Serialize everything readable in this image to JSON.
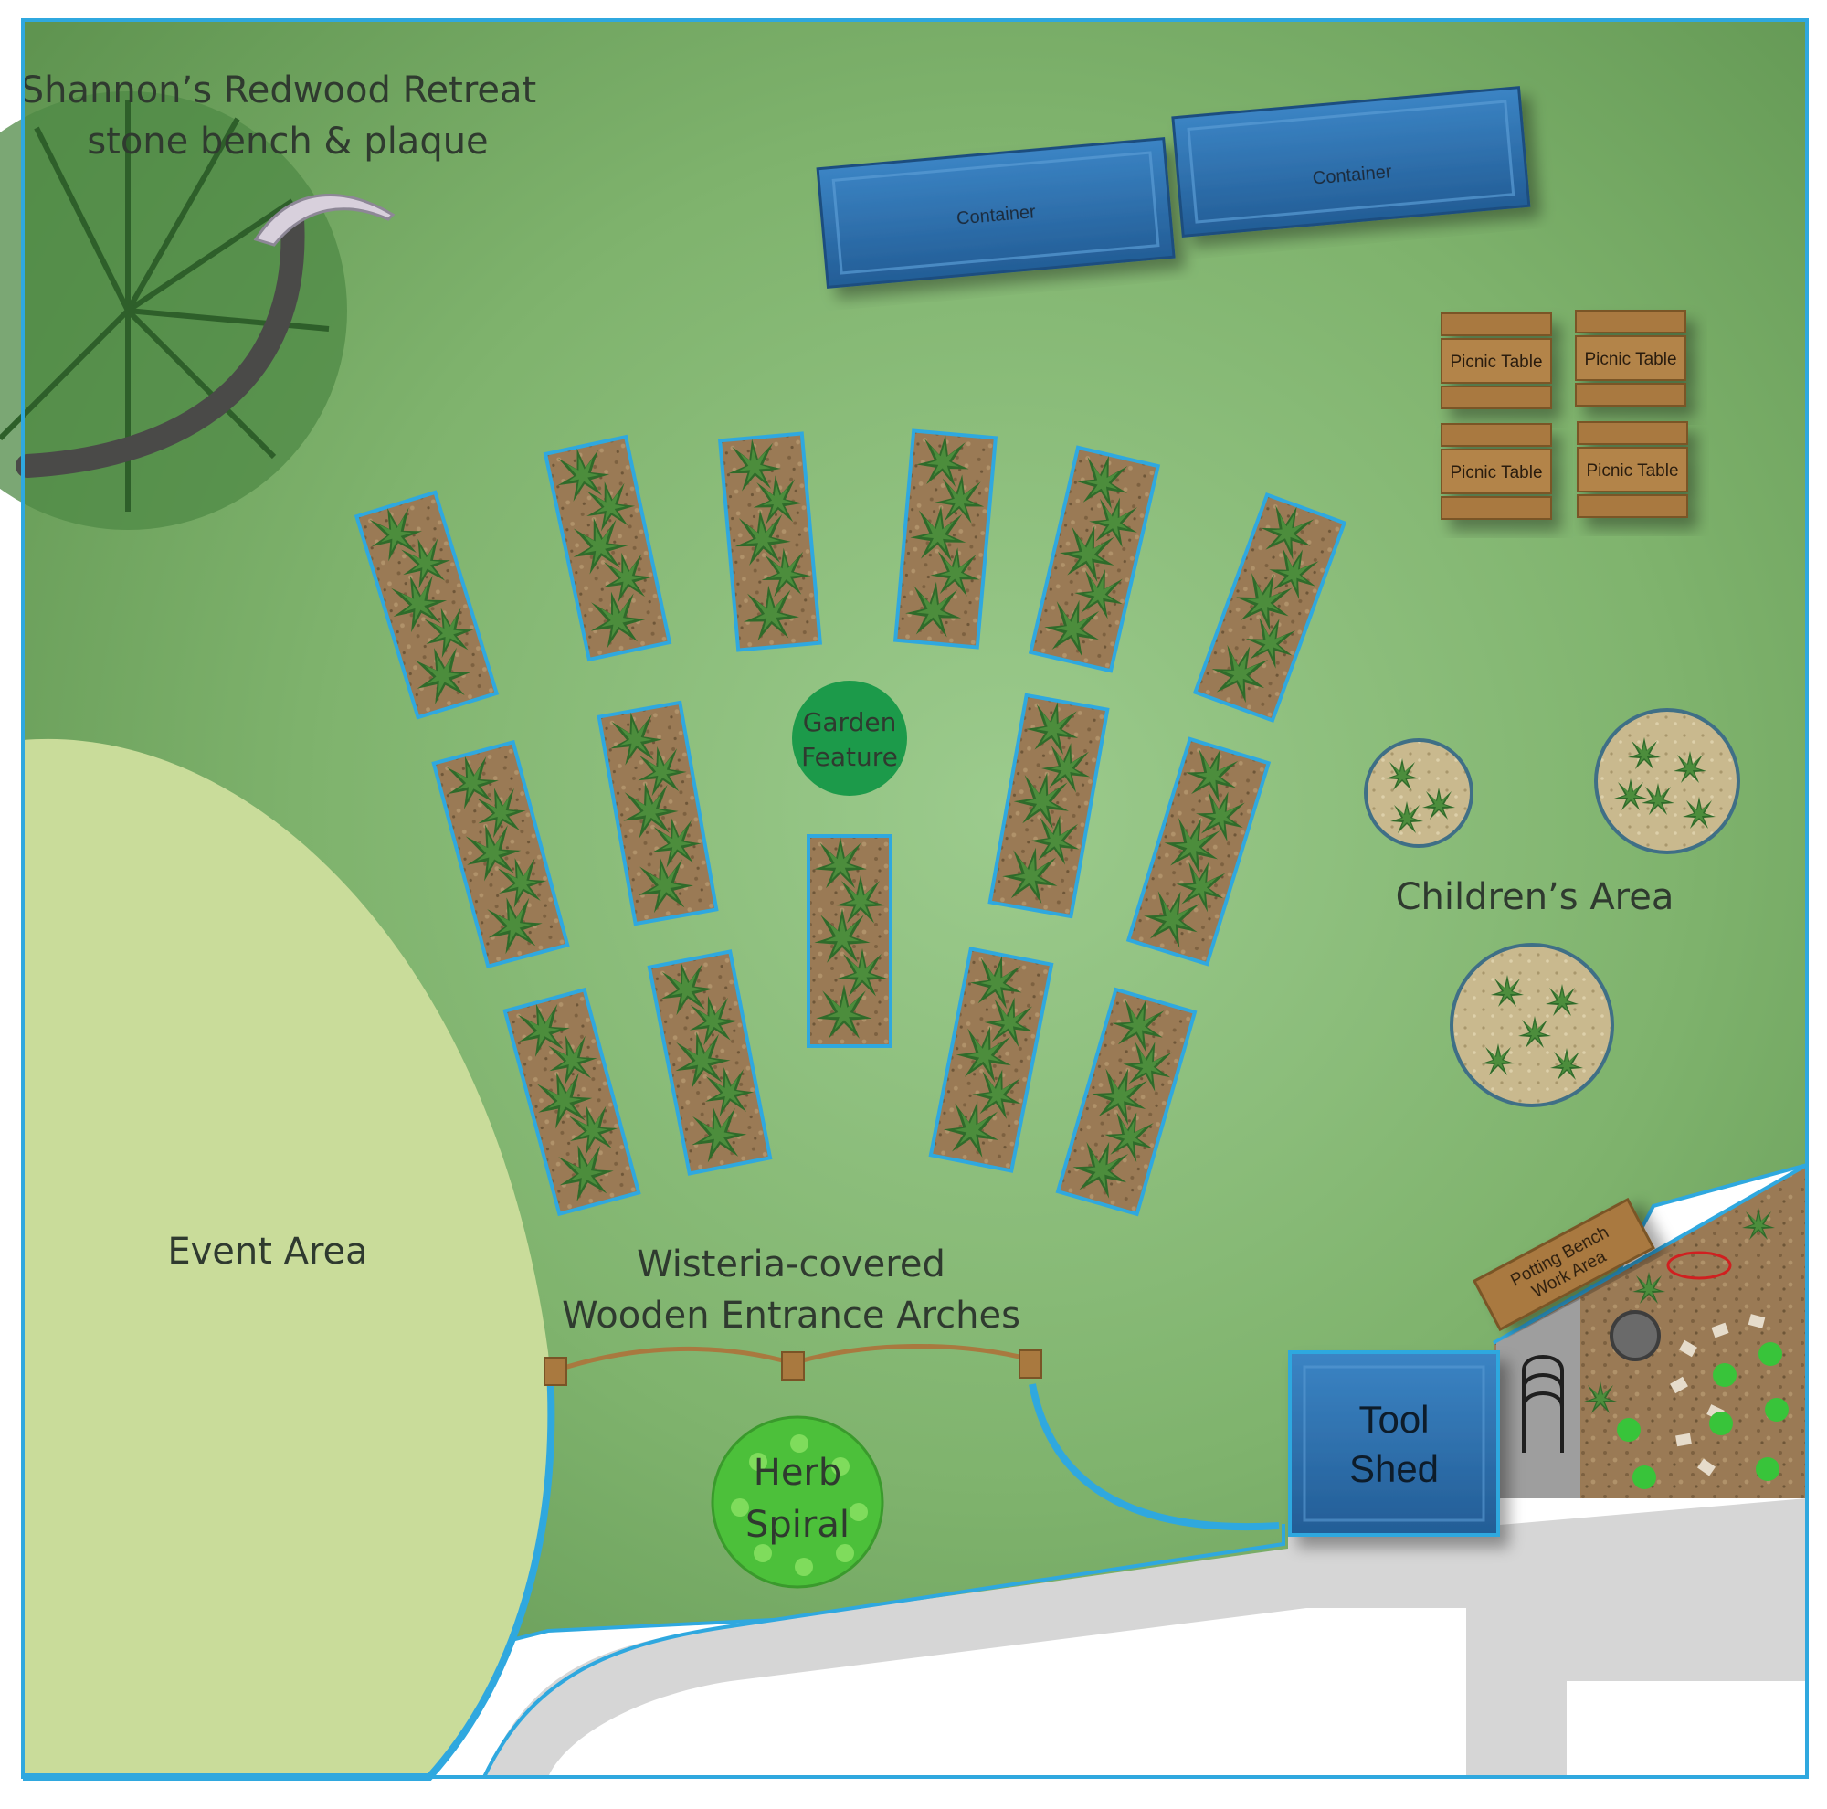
{
  "labels": {
    "retreat_line1": "Shannon’s Redwood Retreat",
    "retreat_line2": "stone bench & plaque",
    "container": "Container",
    "picnic_table": "Picnic Table",
    "garden_feature_line1": "Garden",
    "garden_feature_line2": "Feature",
    "childrens_area": "Children’s Area",
    "event_area": "Event Area",
    "arches_line1": "Wisteria-covered",
    "arches_line2": "Wooden Entrance Arches",
    "herb_line1": "Herb",
    "herb_line2": "Spiral",
    "shed_line1": "Tool",
    "shed_line2": "Shed",
    "potting_line1": "Potting Bench",
    "potting_line2": "Work Area"
  },
  "colors": {
    "lawn": "#6fa35f",
    "lawn_light": "#9ccb8d",
    "border": "#2fa8df",
    "event_area": "#c9dc9a",
    "path": "#d6d6d6",
    "container": "#2e6fae",
    "wood": "#a9793f",
    "soil": "#9a7a55",
    "garden_feature": "#1c9a4a",
    "herb_spiral": "#4cc03a"
  },
  "icons": {
    "redwood": "redwood-tree-icon",
    "plant": "plant-tuft-icon",
    "hoops": "hoop-row-icon"
  }
}
